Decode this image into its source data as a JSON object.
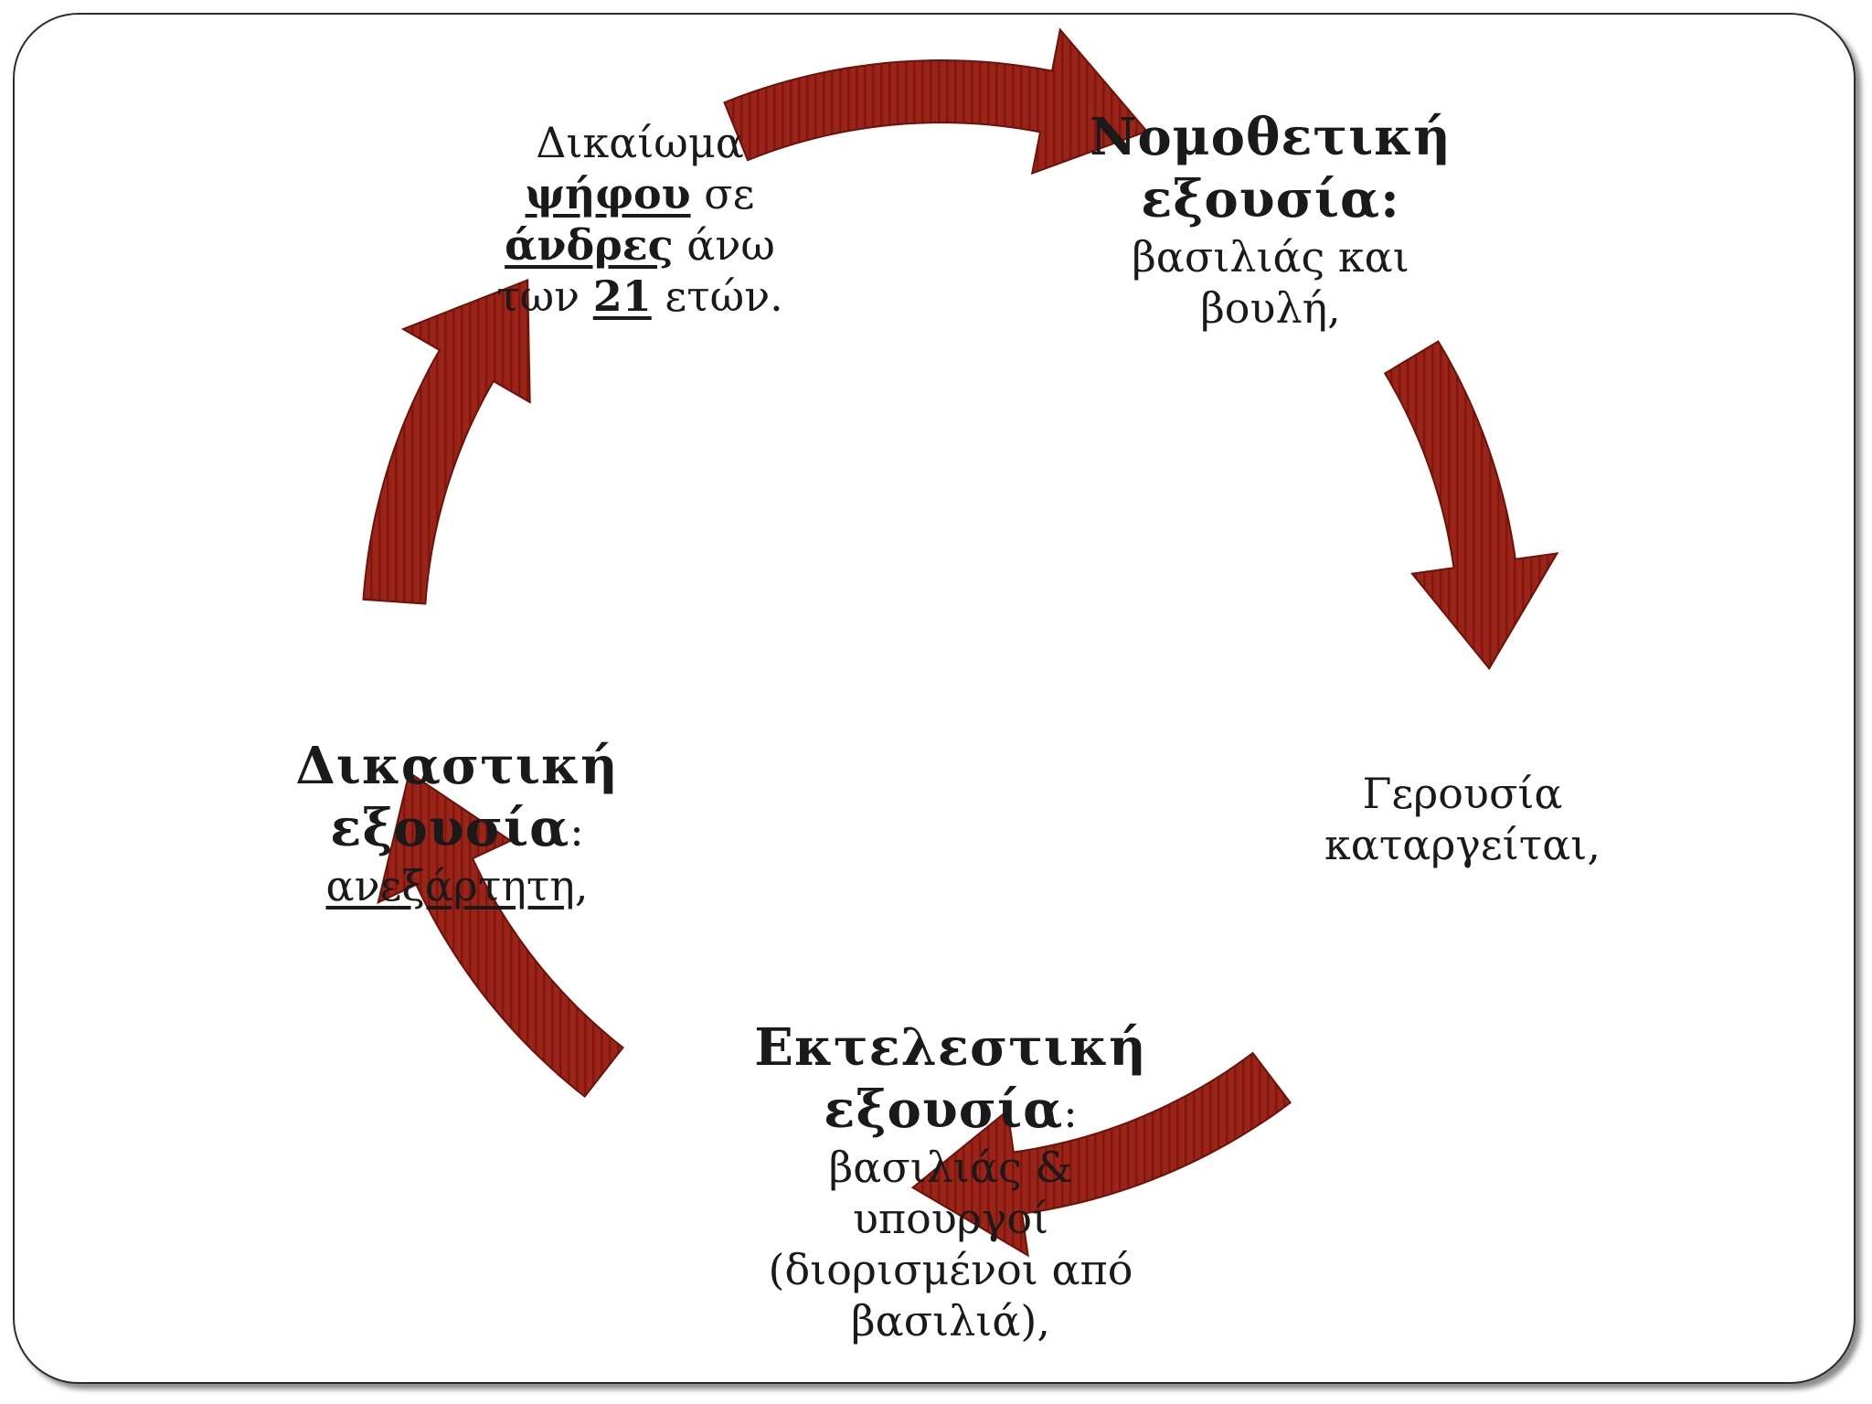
{
  "colors": {
    "arrow_fill": "#9b2418",
    "arrow_stripe": "#7a150d",
    "arrow_edge": "#6e1108",
    "text": "#1a1a1a",
    "frame": "#2b2b2b"
  },
  "nodes": {
    "suffrage": {
      "l1": "Δικαίωμα",
      "l2a": "ψήφου",
      "l2b": " σε",
      "l3a": "άνδρες",
      "l3b": " άνω",
      "l4a": "των ",
      "l4b": "21",
      "l4c": " ετών."
    },
    "legislative": {
      "title1": "Νομοθετική",
      "title2": "εξουσία:",
      "desc1": "βασιλιάς και",
      "desc2": "βουλή,"
    },
    "senate": {
      "l1": "Γερουσία",
      "l2": "καταργείται,"
    },
    "executive": {
      "title1": "Εκτελεστική",
      "title2": "εξουσία",
      "colon": ":",
      "desc1": "βασιλιάς &",
      "desc2": "υπουργοί",
      "desc3": "(διορισμένοι από",
      "desc4": "βασιλιά),"
    },
    "judicial": {
      "title1": "Δικαστική",
      "title2": "εξουσία",
      "colon": ":",
      "desc1": "ανεξάρτητη",
      "desc1_tail": ","
    }
  },
  "arrows": [
    {
      "name": "arrow-suffrage-to-legislative",
      "from_angle": 248,
      "to_angle": 292
    },
    {
      "name": "arrow-legislative-to-senate",
      "from_angle": 329,
      "to_angle": 3
    },
    {
      "name": "arrow-senate-to-executive",
      "from_angle": 53,
      "to_angle": 93
    },
    {
      "name": "arrow-executive-to-judicial",
      "from_angle": 128,
      "to_angle": 166
    },
    {
      "name": "arrow-judicial-to-suffrage",
      "from_angle": 184,
      "to_angle": 221
    }
  ]
}
